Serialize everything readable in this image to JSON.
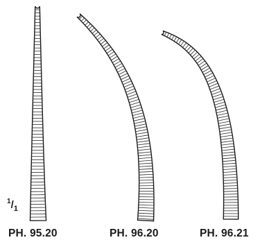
{
  "scale": {
    "numerator": "1",
    "separator": "/",
    "denominator": "1"
  },
  "instruments": [
    {
      "code": "PH. 95.20",
      "shape": "straight"
    },
    {
      "code": "PH. 96.20",
      "shape": "curved"
    },
    {
      "code": "PH. 96.21",
      "shape": "curved"
    }
  ]
}
